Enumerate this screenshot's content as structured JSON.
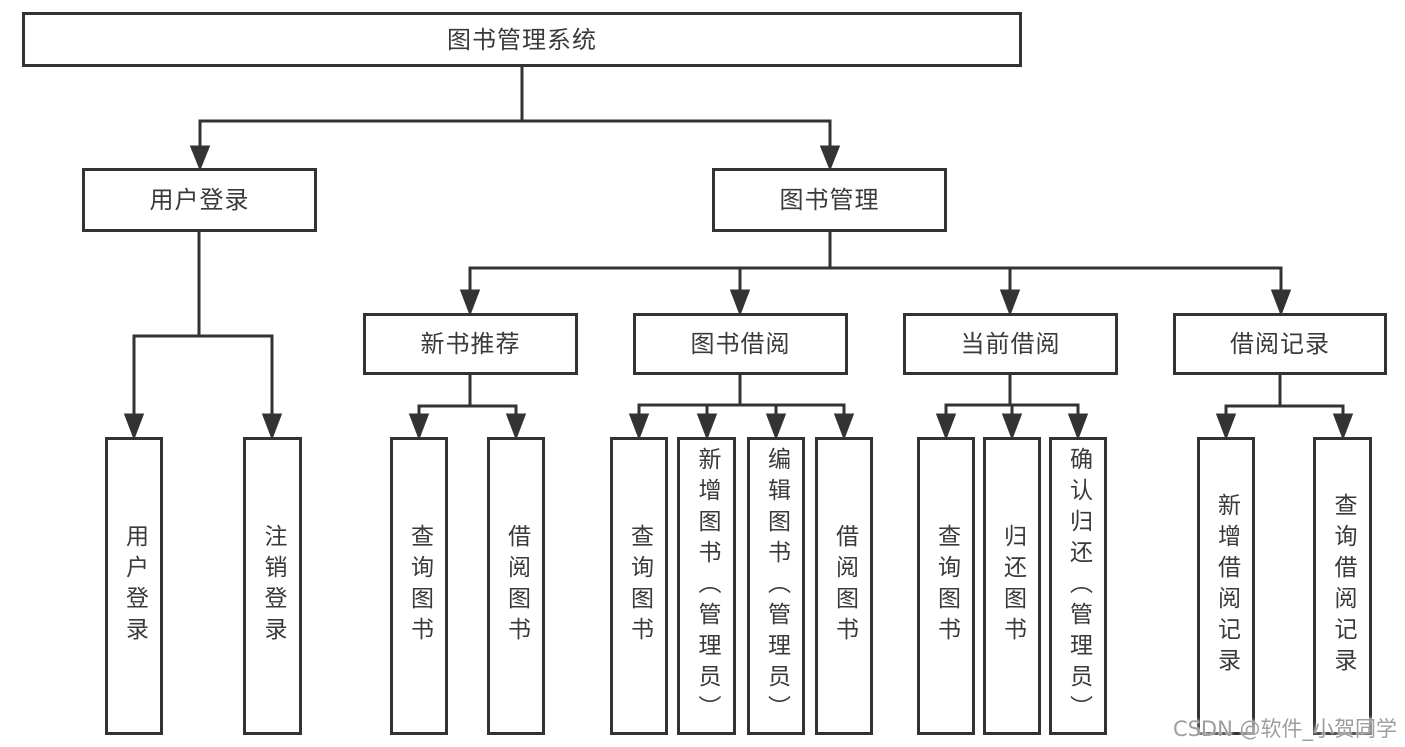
{
  "diagram": {
    "tree": {
      "label": "图书管理系统",
      "children": [
        {
          "label": "用户登录",
          "children": [
            {
              "label": "用户登录"
            },
            {
              "label": "注销登录"
            }
          ]
        },
        {
          "label": "图书管理",
          "children": [
            {
              "label": "新书推荐",
              "children": [
                {
                  "label": "查询图书"
                },
                {
                  "label": "借阅图书"
                }
              ]
            },
            {
              "label": "图书借阅",
              "children": [
                {
                  "label": "查询图书"
                },
                {
                  "label": "新增图书（管理员）"
                },
                {
                  "label": "编辑图书（管理员）"
                },
                {
                  "label": "借阅图书"
                }
              ]
            },
            {
              "label": "当前借阅",
              "children": [
                {
                  "label": "查询图书"
                },
                {
                  "label": "归还图书"
                },
                {
                  "label": "确认归还（管理员）"
                }
              ]
            },
            {
              "label": "借阅记录",
              "children": [
                {
                  "label": "新增借阅记录"
                },
                {
                  "label": "查询借阅记录"
                }
              ]
            }
          ]
        }
      ]
    },
    "watermark": "CSDN @软件_小贺同学",
    "colors": {
      "border": "#333333",
      "line": "#333333",
      "text": "#3a3a3a",
      "background": "#ffffff",
      "watermark": "#9e9e9e"
    }
  }
}
